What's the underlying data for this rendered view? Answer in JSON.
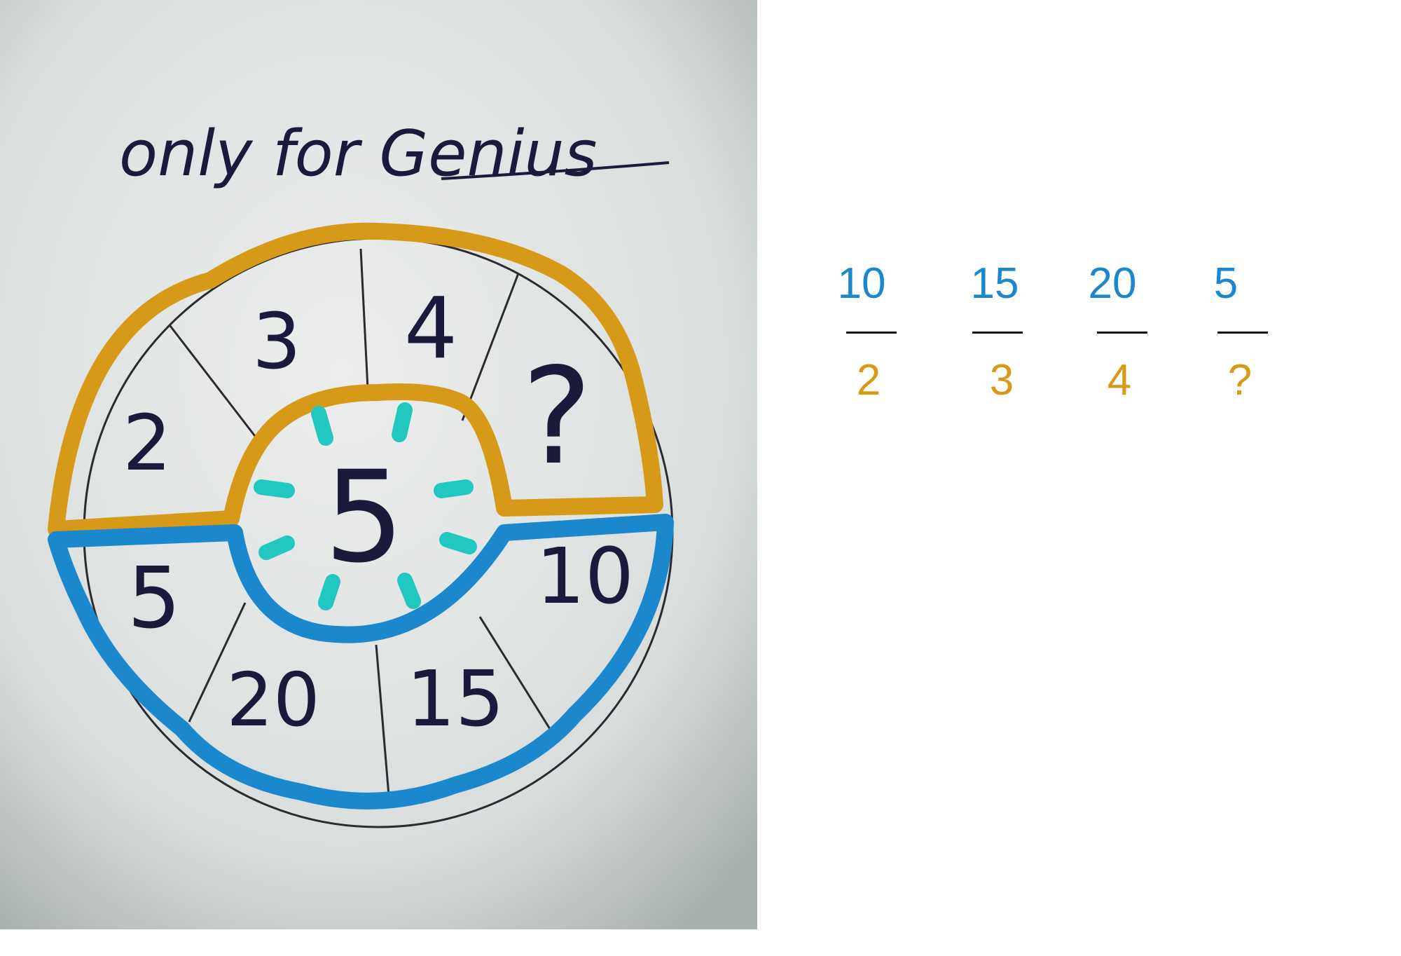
{
  "puzzle": {
    "title": "only for Genius",
    "center_value": "5",
    "top_segments": [
      "2",
      "3",
      "4",
      "?"
    ],
    "bottom_segments": [
      "5",
      "20",
      "15",
      "10"
    ]
  },
  "fractions": [
    {
      "numerator": "10",
      "denominator": "2"
    },
    {
      "numerator": "15",
      "denominator": "3"
    },
    {
      "numerator": "20",
      "denominator": "4"
    },
    {
      "numerator": "5",
      "denominator": "?"
    }
  ],
  "colors": {
    "numerator": "#1b87cc",
    "denominator": "#d69a18",
    "top_outline": "#d69a18",
    "bottom_outline": "#1b87cc",
    "center_rays": "#22c7c0",
    "paper": "#dfe3e2"
  }
}
